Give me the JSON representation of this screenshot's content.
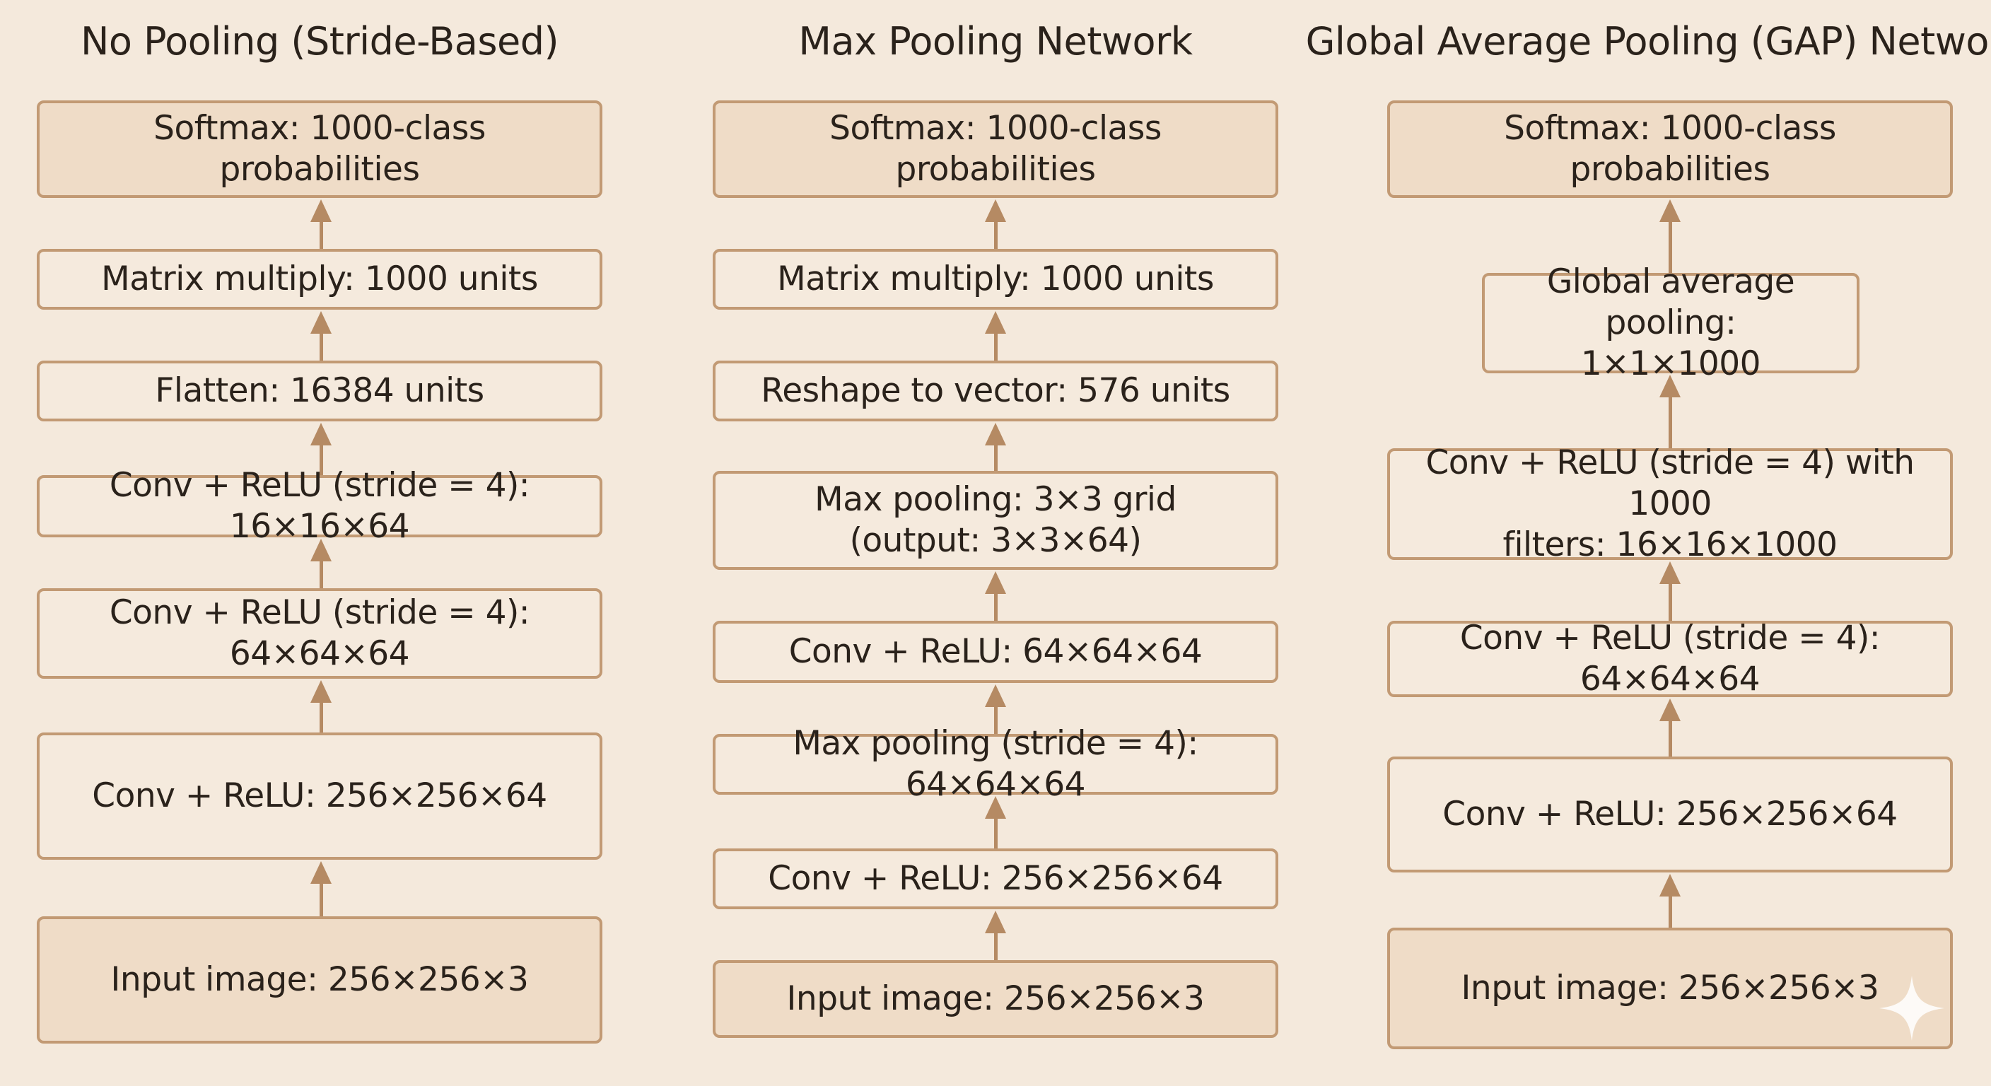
{
  "columns": [
    {
      "title": "No Pooling (Stride-Based)",
      "boxes": [
        "Softmax: 1000-class probabilities",
        "Matrix multiply: 1000 units",
        "Flatten: 16384 units",
        "Conv + ReLU (stride = 4): 16×16×64",
        "Conv + ReLU (stride = 4): 64×64×64",
        "Conv + ReLU: 256×256×64",
        "Input image: 256×256×3"
      ]
    },
    {
      "title": "Max Pooling Network",
      "boxes": [
        "Softmax: 1000-class probabilities",
        "Matrix multiply: 1000 units",
        "Reshape to vector: 576 units",
        "Max pooling: 3×3 grid\n(output: 3×3×64)",
        "Conv + ReLU: 64×64×64",
        "Max pooling (stride = 4): 64×64×64",
        "Conv + ReLU: 256×256×64",
        "Input image: 256×256×3"
      ]
    },
    {
      "title": "Global Average Pooling (GAP) Network",
      "boxes": [
        "Softmax: 1000-class probabilities",
        "Global average pooling:\n1×1×1000",
        "Conv + ReLU (stride = 4) with 1000\nfilters: 16×16×1000",
        "Conv + ReLU (stride = 4): 64×64×64",
        "Conv + ReLU: 256×256×64",
        "Input image: 256×256×3"
      ]
    }
  ],
  "colors": {
    "background": "#f4e9dc",
    "box_border": "#c29a74",
    "box_fill": "#f5eadd",
    "io_box_fill": "#efdcc7",
    "arrow": "#b58a63",
    "text": "#2a221b"
  },
  "icons": {
    "watermark": "sparkle-icon"
  }
}
